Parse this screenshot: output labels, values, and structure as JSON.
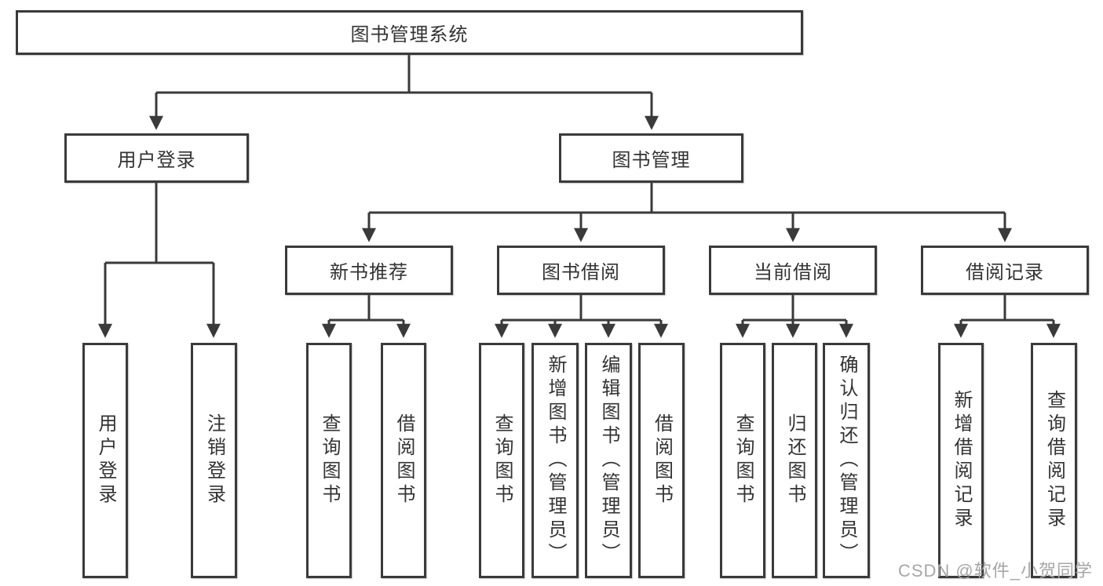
{
  "title": "图书管理系统",
  "level2": [
    "用户登录",
    "图书管理"
  ],
  "level3": [
    "新书推荐",
    "图书借阅",
    "当前借阅",
    "借阅记录"
  ],
  "leaves": {
    "login": [
      "用户登录",
      "注销登录"
    ],
    "recommend": [
      "查询图书",
      "借阅图书"
    ],
    "borrow": [
      "查询图书",
      "新增图书（管理员）",
      "编辑图书（管理员）",
      "借阅图书"
    ],
    "current": [
      "查询图书",
      "归还图书",
      "确认归还（管理员）"
    ],
    "records": [
      "新增借阅记录",
      "查询借阅记录"
    ]
  },
  "watermark": "CSDN @软件_小贺同学",
  "colors": {
    "line": "#3a3a3a",
    "text": "#333333",
    "watermark": "#a6a6a6",
    "node_bg": "#ffffff",
    "background": "#ffffff"
  }
}
